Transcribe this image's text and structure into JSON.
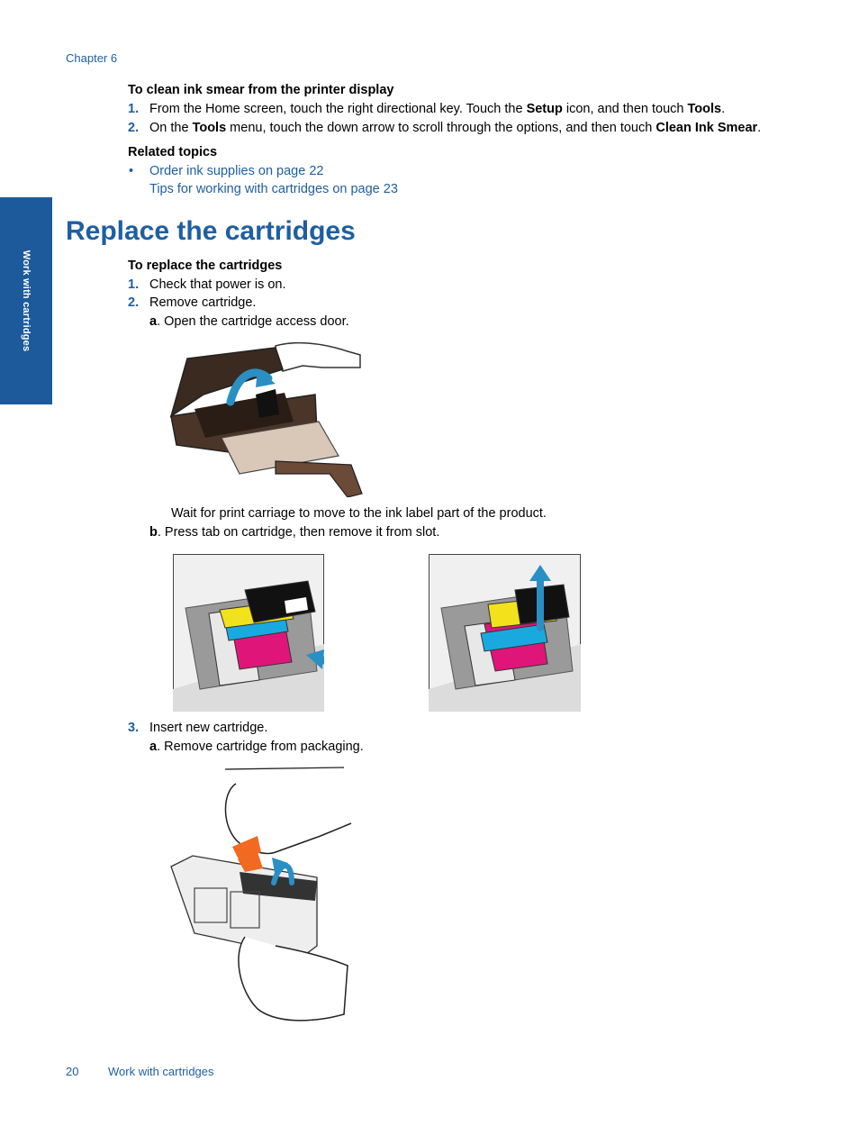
{
  "header": {
    "chapter": "Chapter 6"
  },
  "side_tab": {
    "label": "Work with cartridges"
  },
  "smear": {
    "heading": "To clean ink smear from the printer display",
    "steps": [
      {
        "num": "1.",
        "t1": "From the Home screen, touch the right directional key. Touch the ",
        "b1": "Setup",
        "t2": " icon, and then touch ",
        "b2": "Tools",
        "t3": "."
      },
      {
        "num": "2.",
        "t1": "On the ",
        "b1": "Tools",
        "t2": " menu, touch the down arrow to scroll through the options, and then touch ",
        "b2": "Clean Ink Smear",
        "t3": "."
      }
    ]
  },
  "related": {
    "heading": "Related topics",
    "bullet": "•",
    "links": [
      "Order ink supplies on page 22",
      "Tips for working with cartridges on page 23"
    ]
  },
  "section": {
    "title": "Replace the cartridges",
    "procedure_heading": "To replace the cartridges",
    "step1": {
      "num": "1.",
      "text": "Check that power is on."
    },
    "step2": {
      "num": "2.",
      "text": "Remove cartridge."
    },
    "sub_a": {
      "letter": "a",
      "text": ". Open the cartridge access door."
    },
    "wait_note": "Wait for print carriage to move to the ink label part of the product.",
    "sub_b": {
      "letter": "b",
      "text": ". Press tab on cartridge, then remove it from slot."
    },
    "step3": {
      "num": "3.",
      "text": "Insert new cartridge."
    },
    "sub_a3": {
      "letter": "a",
      "text": ". Remove cartridge from packaging."
    }
  },
  "footer": {
    "page": "20",
    "title": "Work with cartridges"
  },
  "colors": {
    "accent": "#1f5fa0",
    "tab": "#1c5a9b",
    "arrow": "#2a8fc4"
  },
  "illustrations": [
    "printer-open-door",
    "carriage-press-tab",
    "carriage-remove-cartridge",
    "cartridge-unpack"
  ]
}
